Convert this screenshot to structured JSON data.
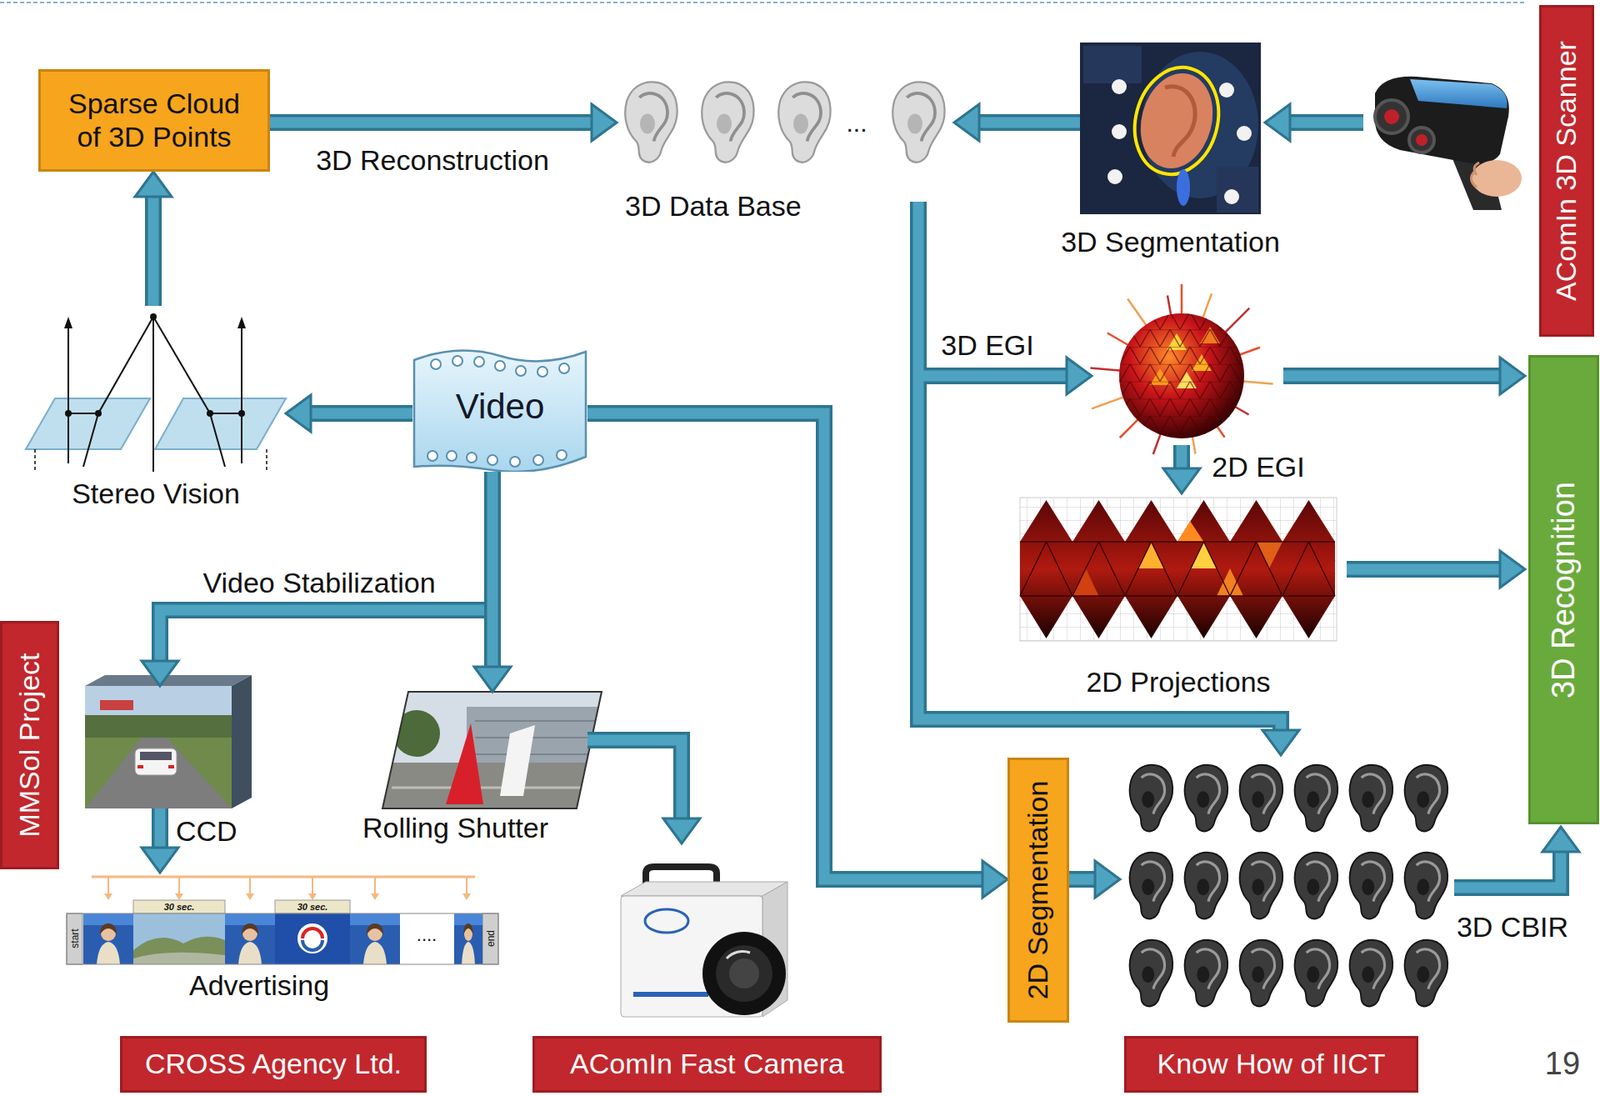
{
  "diagram": {
    "nodes": [
      {
        "text": [
          "Sparse Cloud of 3D Points"
        ]
      },
      {
        "text": [
          "3D Data Base"
        ]
      },
      {
        "text": [
          "3D Segmentation"
        ]
      },
      {
        "text": [
          "AComIn 3D Scanner"
        ]
      },
      {
        "text": [
          "Stereo Vision"
        ]
      },
      {
        "text": [
          "Video"
        ]
      },
      {
        "text": [
          "3D Recognition"
        ]
      },
      {
        "text": [
          "CCD"
        ]
      },
      {
        "text": [
          "Rolling Shutter"
        ]
      },
      {
        "text": [
          "MMSol Project"
        ]
      },
      {
        "text": [
          "2D Segmentation"
        ]
      },
      {
        "text": [
          "Advertising"
        ]
      },
      {
        "text": [
          "CROSS Agency Ltd."
        ]
      },
      {
        "text": [
          "AComIn Fast Camera"
        ]
      },
      {
        "text": [
          "Know How of IICT"
        ]
      }
    ],
    "edges": [
      {
        "from": 0,
        "to": 1,
        "label": "3D Reconstruction",
        "arrow": "to"
      },
      {
        "from": 2,
        "to": 1,
        "arrow": "to"
      },
      {
        "from": 4,
        "to": 0,
        "arrow": "to"
      },
      {
        "from": 5,
        "to": 4,
        "arrow": "to"
      },
      {
        "from": 5,
        "to": 7,
        "label": "Video Stabilization",
        "arrow": "to"
      },
      {
        "from": 5,
        "to": 8,
        "arrow": "to"
      },
      {
        "from": 7,
        "to": 11,
        "arrow": "to"
      },
      {
        "from": 5,
        "to": 10,
        "arrow": "to"
      }
    ],
    "labels": [
      "...",
      "3D EGI",
      "2D EGI",
      "2D Projections",
      "3D CBIR",
      "30 sec.",
      "30 sec.",
      "start",
      "....",
      "end",
      "19"
    ]
  }
}
